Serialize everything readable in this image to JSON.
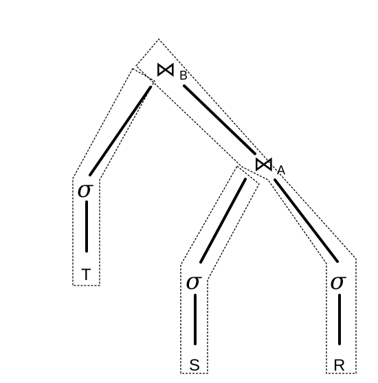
{
  "nodes": {
    "join_b": {
      "symbol": "⋈",
      "label": "B"
    },
    "join_a": {
      "symbol": "⋈",
      "label": "A"
    },
    "select_t": {
      "symbol": "σ"
    },
    "select_s": {
      "symbol": "σ"
    },
    "select_r": {
      "symbol": "σ"
    },
    "rel_t": {
      "label": "T"
    },
    "rel_s": {
      "label": "S"
    },
    "rel_r": {
      "label": "R"
    }
  }
}
